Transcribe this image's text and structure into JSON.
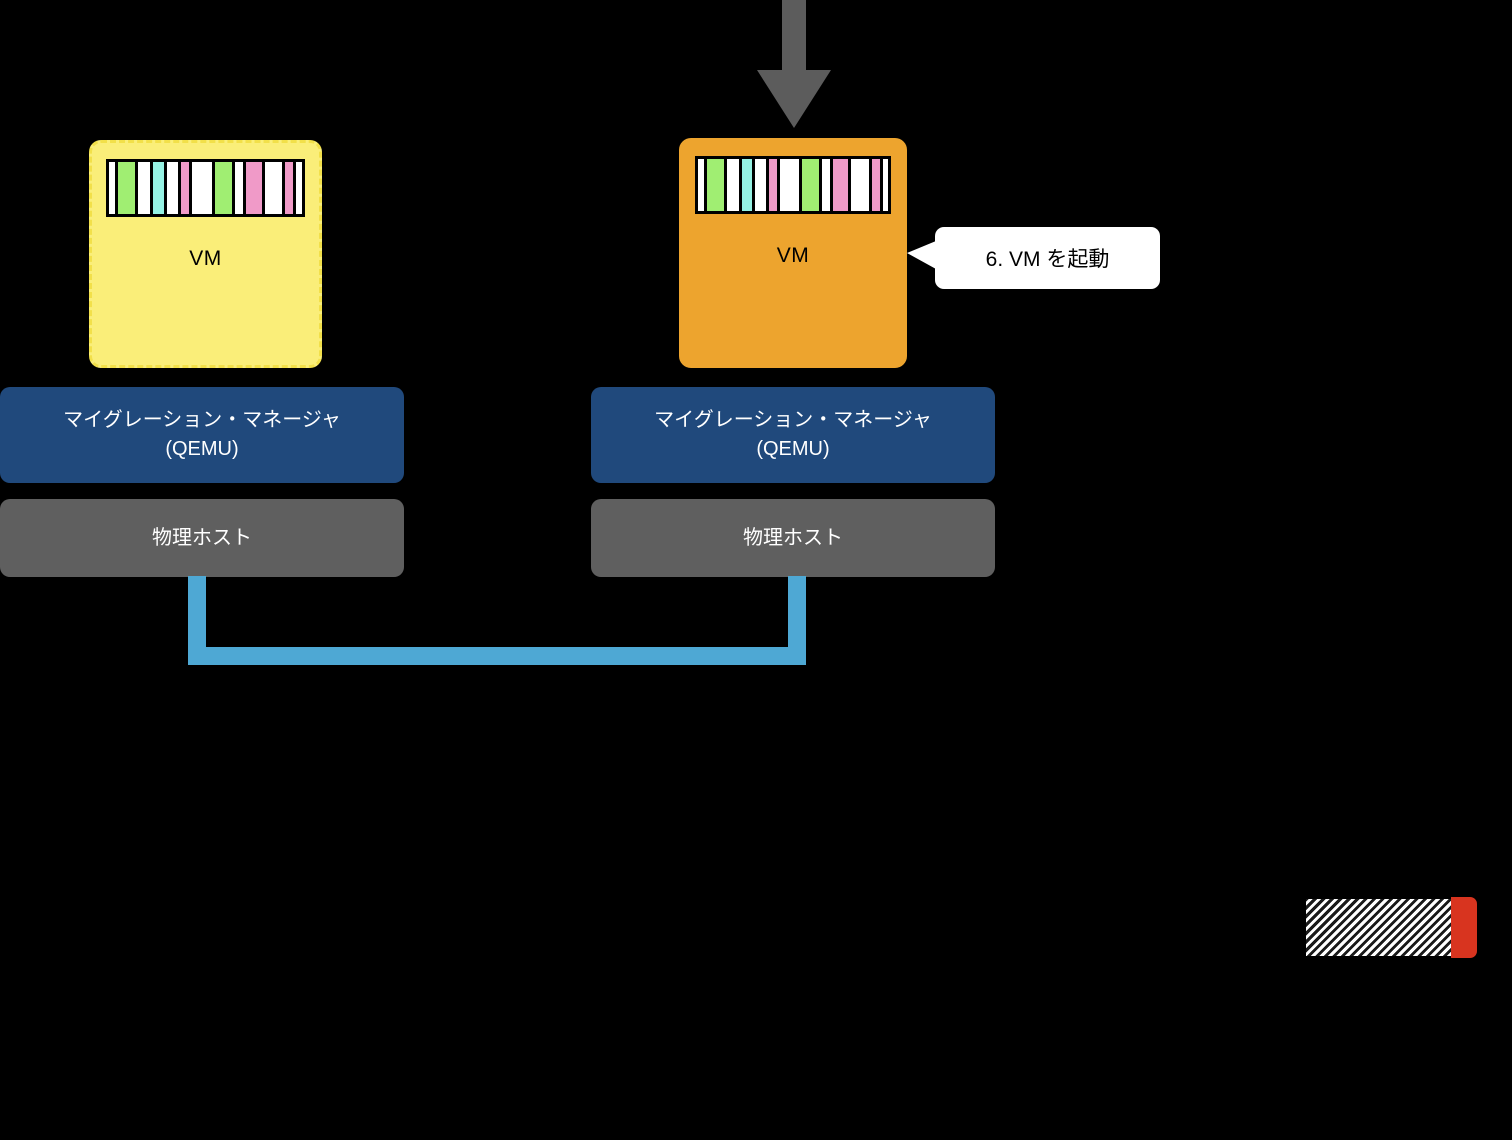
{
  "diagram": {
    "title": "VM live migration - step 6",
    "background_color": "#000000",
    "arrow": {
      "name": "incoming-migration-arrow",
      "color": "#5c5c5c",
      "direction": "down"
    },
    "colors": {
      "vm_source_fill": "#faee79",
      "vm_source_border": "#f2e04a",
      "vm_dest_fill": "#eda42e",
      "manager_fill": "#20497c",
      "host_fill": "#5f5f5f",
      "network_link": "#4ea8d4",
      "callout_fill": "#ffffff",
      "legend_red": "#d8341f",
      "mem_green": "#a0ee72",
      "mem_cyan": "#95f2e4",
      "mem_pink": "#f09ac8",
      "mem_white": "#ffffff"
    },
    "nodes": {
      "source": {
        "vm_label": "VM",
        "manager_line1": "マイグレーション・マネージャ",
        "manager_line2": "(QEMU)",
        "host_label": "物理ホスト"
      },
      "destination": {
        "vm_label": "VM",
        "manager_line1": "マイグレーション・マネージャ",
        "manager_line2": "(QEMU)",
        "host_label": "物理ホスト"
      }
    },
    "callout": {
      "text": "6. VM を起動"
    },
    "memory_bar": {
      "cells": [
        {
          "color": "#ffffff",
          "width": 8
        },
        {
          "color": "#a0ee72",
          "width": 21
        },
        {
          "color": "#ffffff",
          "width": 15
        },
        {
          "color": "#95f2e4",
          "width": 13
        },
        {
          "color": "#ffffff",
          "width": 14
        },
        {
          "color": "#f09ac8",
          "width": 10
        },
        {
          "color": "#ffffff",
          "width": 25
        },
        {
          "color": "#a0ee72",
          "width": 21
        },
        {
          "color": "#ffffff",
          "width": 10
        },
        {
          "color": "#f09ac8",
          "width": 20
        },
        {
          "color": "#ffffff",
          "width": 22
        },
        {
          "color": "#f09ac8",
          "width": 10
        },
        {
          "color": "#ffffff",
          "width": 7
        }
      ]
    },
    "legend_swatch": {
      "name": "hatched-memory-page-swatch",
      "hatch_colors": [
        "#ffffff",
        "#1a1a1a"
      ],
      "accent_color": "#d8341f"
    }
  }
}
